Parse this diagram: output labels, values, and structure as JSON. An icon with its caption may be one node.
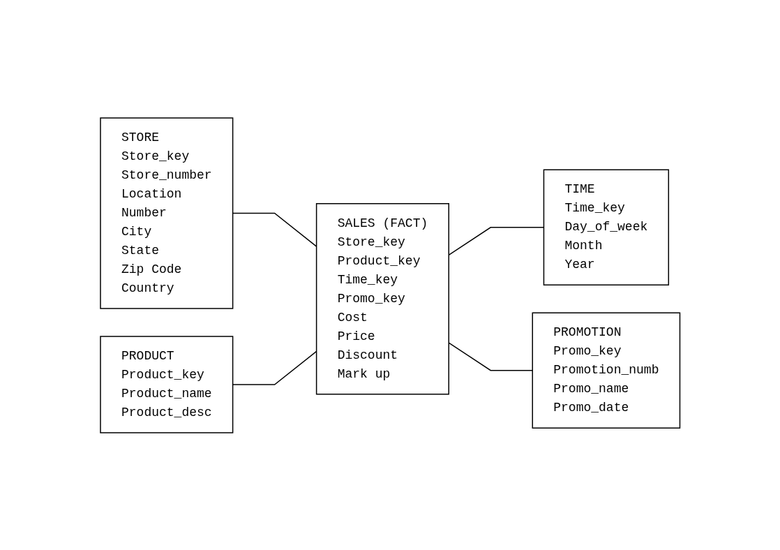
{
  "diagram": {
    "nodes": [
      {
        "text": [
          "STORE",
          "Store_key",
          "Store_number",
          "Location",
          "Number",
          "City",
          "State",
          "Zip Code",
          "Country"
        ]
      },
      {
        "text": [
          "SALES (FACT)",
          "Store_key",
          "Product_key",
          "Time_key",
          "Promo_key",
          "Cost",
          "Price",
          "Discount",
          "Mark up"
        ]
      },
      {
        "text": [
          "TIME",
          "Time_key",
          "Day_of_week",
          "Month",
          "Year"
        ]
      },
      {
        "text": [
          "PRODUCT",
          "Product_key",
          "Product_name",
          "Product_desc"
        ]
      },
      {
        "text": [
          "PROMOTION",
          "Promo_key",
          "Promotion_numb",
          "Promo_name",
          "Promo_date"
        ]
      }
    ],
    "edges": [
      {
        "from": 0,
        "to": 1,
        "arrow": "none"
      },
      {
        "from": 3,
        "to": 1,
        "arrow": "none"
      },
      {
        "from": 1,
        "to": 2,
        "arrow": "none"
      },
      {
        "from": 1,
        "to": 4,
        "arrow": "none"
      }
    ]
  }
}
